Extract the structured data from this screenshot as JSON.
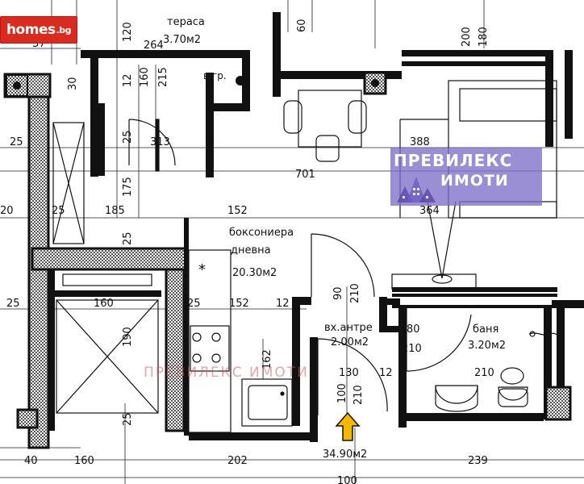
{
  "site_badge": {
    "name": "homes",
    "tld": ".bg"
  },
  "brand": {
    "line1": "ПРЕВИЛЕКС",
    "line2": "ИМОТИ"
  },
  "watermark": "ПРЕВИЛЕКС ИМОТИ",
  "rooms": {
    "terrace_name": "тераса",
    "terrace_area": "3.70м2",
    "living_name_1": "боксониера",
    "living_name_2": "дневна",
    "living_area": "20.30м2",
    "hall_name": "вх.антре",
    "hall_area": "2.00м2",
    "bath_name": "баня",
    "bath_area": "3.20м2",
    "total_area": "34.90м2",
    "vertical_duct": "в.гр."
  },
  "dims": {
    "d37": "37",
    "d120": "120",
    "d264": "264",
    "d60": "60",
    "d200": "200",
    "d180": "180",
    "d30": "30",
    "d12a": "12",
    "d160a": "160",
    "d215": "215",
    "d25a": "25",
    "d25b": "25",
    "d313": "313",
    "d388": "388",
    "d701": "701",
    "d175": "175",
    "d20": "20",
    "d25c": "25",
    "d185": "185",
    "d152a": "152",
    "d364": "364",
    "d25d": "25",
    "d90": "90",
    "d210a": "210",
    "d25e": "25",
    "d160b": "160",
    "d25f": "25",
    "d152b": "152",
    "d12b": "12",
    "d190": "190",
    "d80": "80",
    "d210b": "210",
    "d162": "162",
    "d130": "130",
    "d12c": "12",
    "d210c": "210",
    "d100a": "100",
    "d210d": "210",
    "d25g": "25",
    "d40": "40",
    "d160c": "160",
    "d202": "202",
    "d239": "239",
    "d100b": "100"
  },
  "colors": {
    "wall": "#111111",
    "hatch": "#777777",
    "logo": "#d92b1e",
    "arrow": "#f5b800"
  }
}
